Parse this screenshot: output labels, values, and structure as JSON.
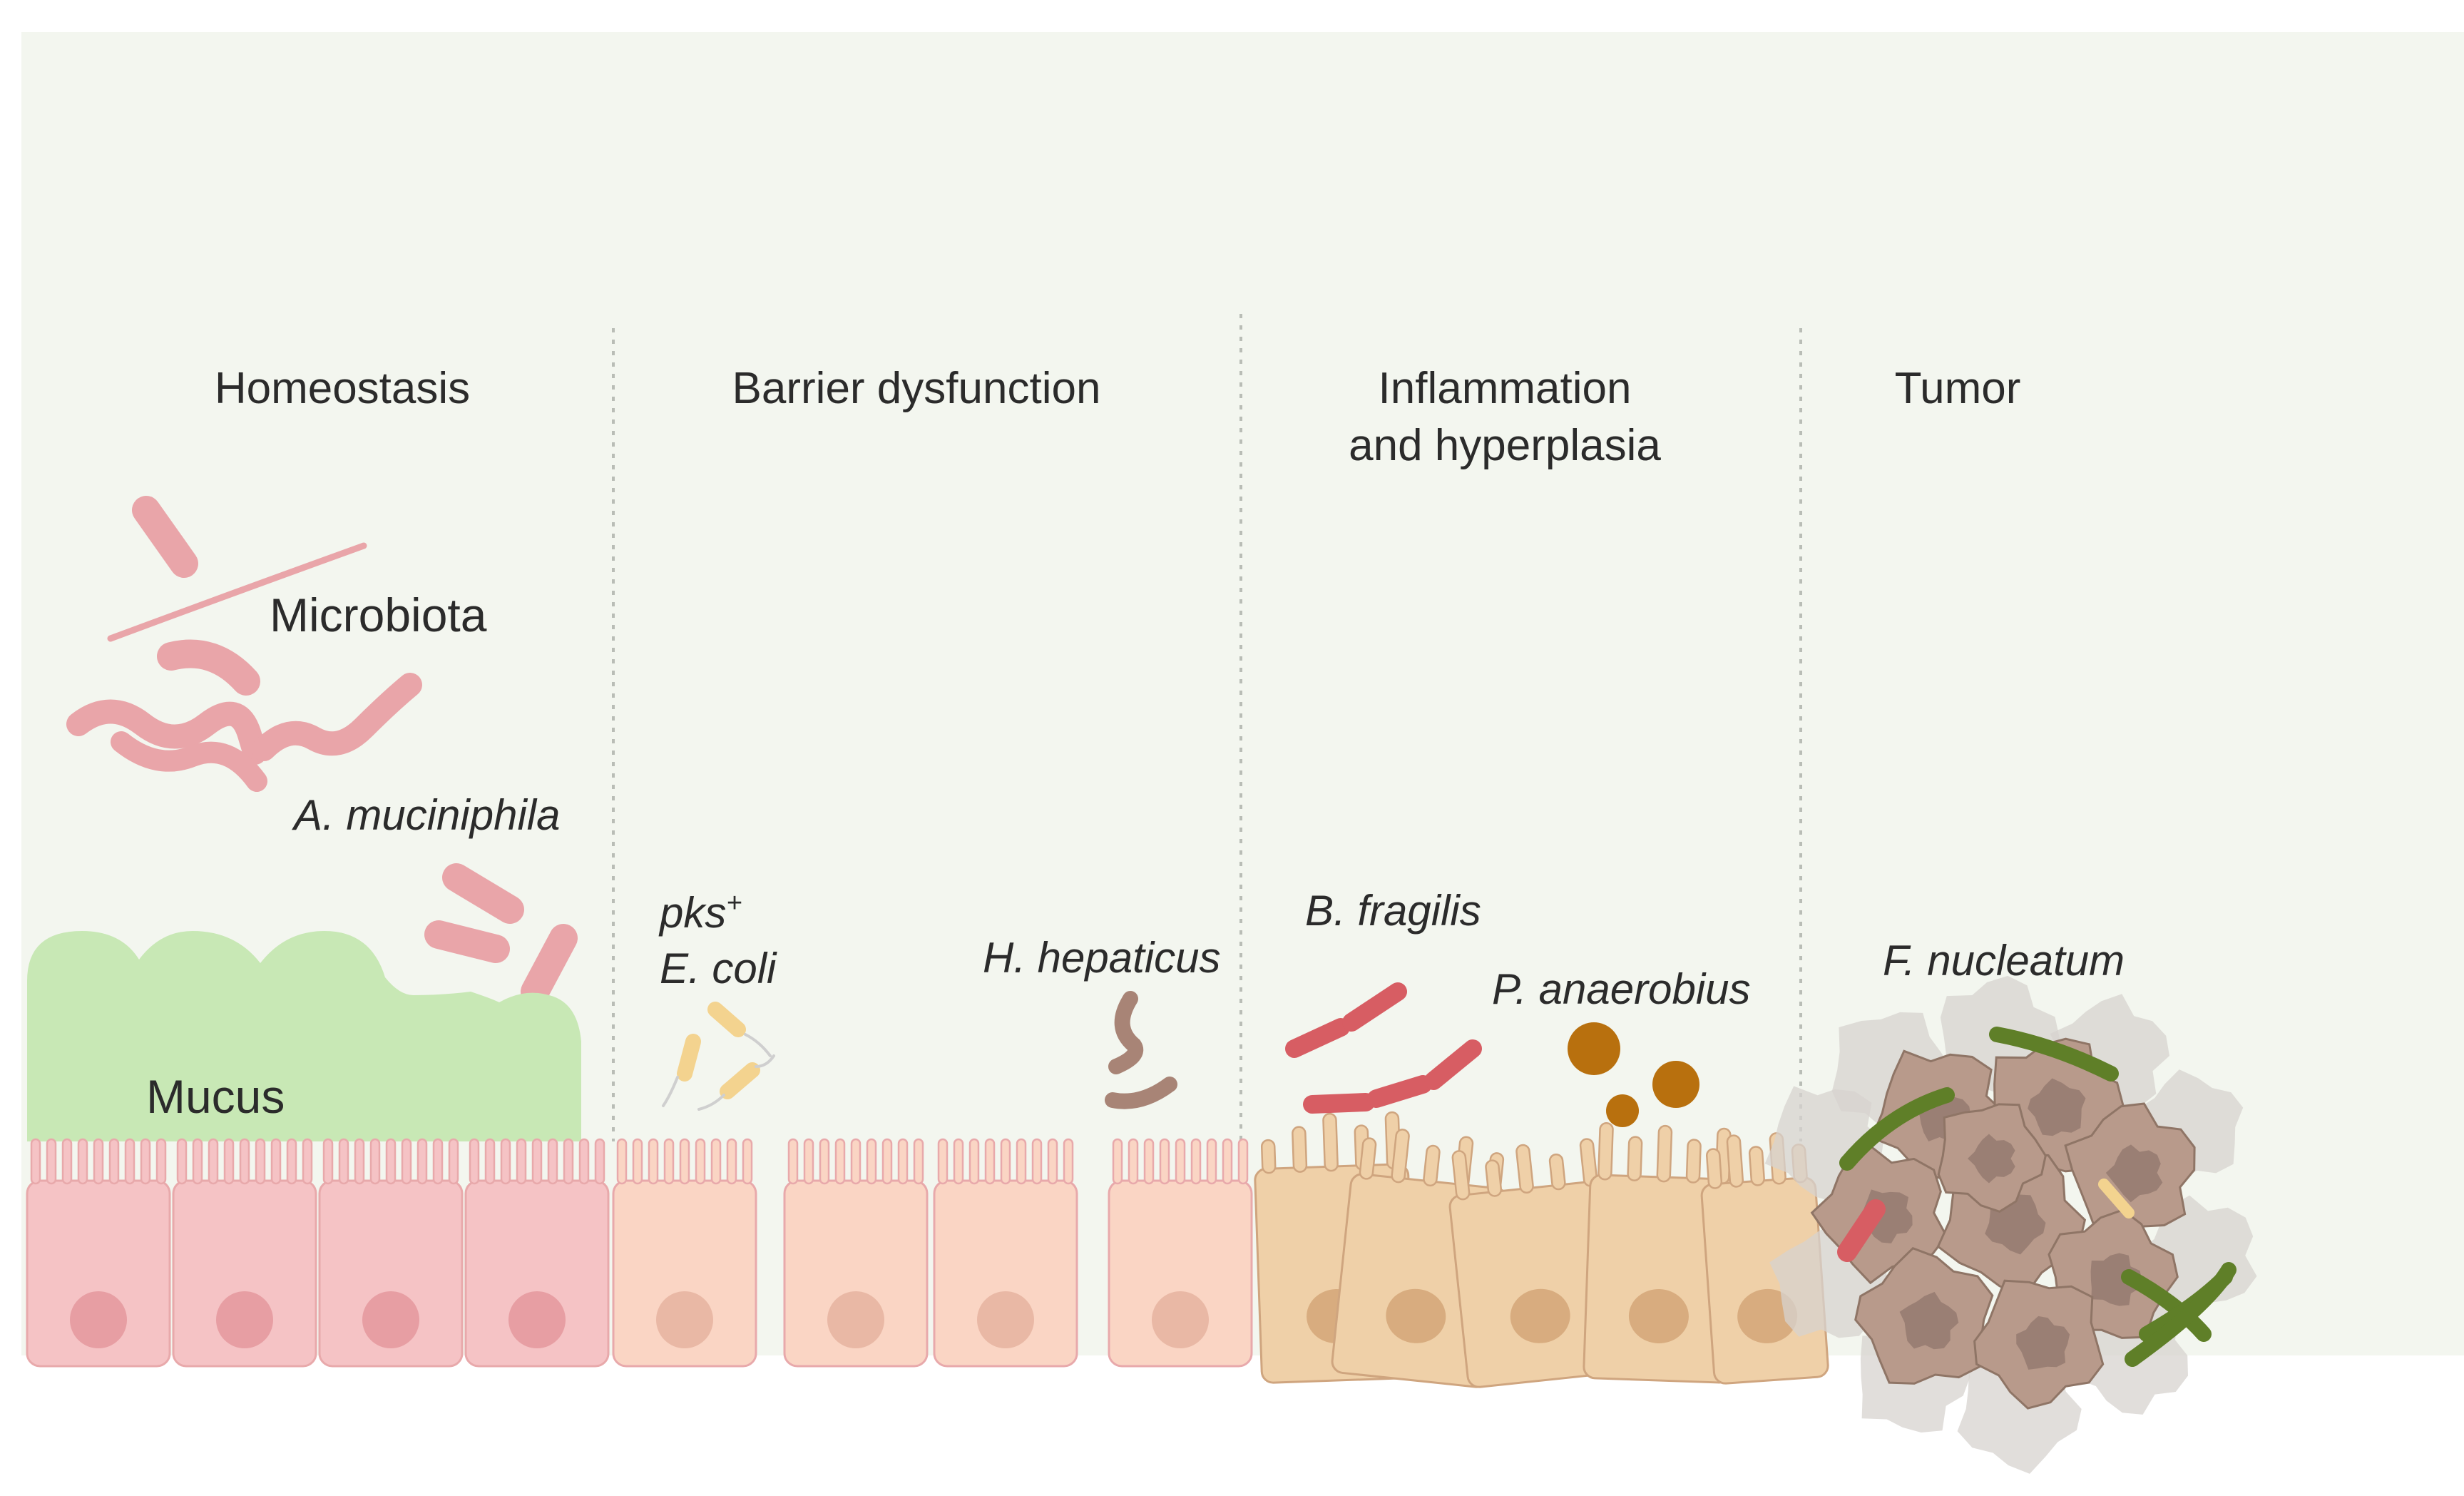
{
  "stages": {
    "homeostasis": "Homeostasis",
    "barrier": "Barrier dysfunction",
    "inflammation_l1": "Inflammation",
    "inflammation_l2": "and hyperplasia",
    "tumor": "Tumor"
  },
  "labels": {
    "microbiota": "Microbiota",
    "mucus": "Mucus"
  },
  "species": {
    "a_muciniphila": "A. muciniphila",
    "pks_line1": "pks",
    "pks_sup": "+",
    "e_coli": "E. coli",
    "h_hepaticus": "H. hepaticus",
    "b_fragilis": "B. fragilis",
    "p_anaerobius": "P. anaerobius",
    "f_nucleatum": "F. nucleatum"
  },
  "colors": {
    "background": "#f3f6ef",
    "normal_cell": "#f5c3c5",
    "normal_nucleus": "#e79ea3",
    "leaky_cell": "#fad5c4",
    "leaky_nucleus": "#e9b8a5",
    "hyperplastic_cell": "#efd0a8",
    "hyperplastic_nucleus": "#d8ac7f",
    "mucus": "#c8e8b5",
    "microbiota": "#e9a5a9",
    "e_coli": "#f3d38f",
    "h_hepaticus": "#a88476",
    "b_fragilis": "#d75d63",
    "p_anaerobius": "#b8700e",
    "f_nucleatum": "#5f7f28",
    "tumor_cell": "#b89a8b",
    "tumor_nucleus": "#9a7f74"
  }
}
